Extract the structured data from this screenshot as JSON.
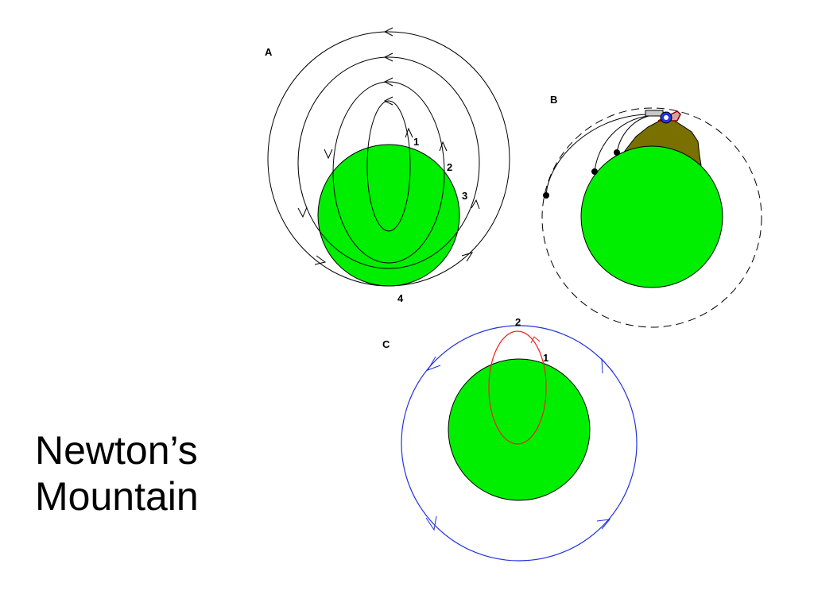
{
  "slide": {
    "title_line1": "Newton’s",
    "title_line2": "Mountain"
  },
  "panels": {
    "a": {
      "label": "A",
      "orbit_labels": [
        "1",
        "2",
        "3",
        "4"
      ]
    },
    "b": {
      "label": "B"
    },
    "c": {
      "label": "C",
      "orbit_labels": [
        "1",
        "2"
      ]
    }
  },
  "colors": {
    "planet": "#00ee00",
    "mountain": "#7a7000",
    "orbit_red": "#ee2222",
    "orbit_blue": "#2233dd",
    "line": "#000000"
  }
}
